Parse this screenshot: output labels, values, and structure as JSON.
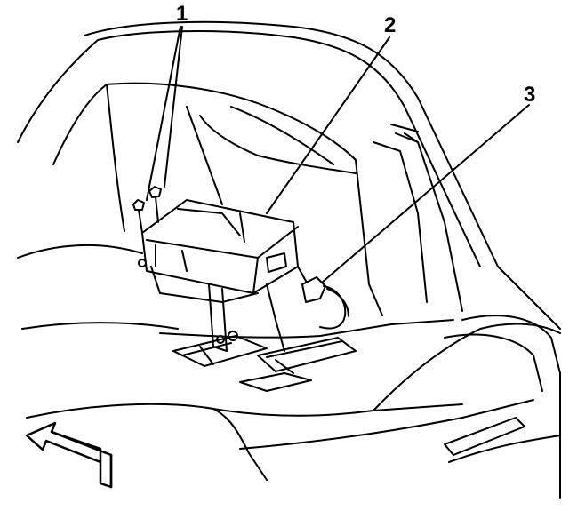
{
  "callouts": [
    {
      "label": "1",
      "target": "bolts"
    },
    {
      "label": "2",
      "target": "module"
    },
    {
      "label": "3",
      "target": "electrical-connector"
    }
  ],
  "icons": {
    "direction": "forward-arrow-icon"
  },
  "colors": {
    "line": "#000000",
    "background": "#ffffff"
  }
}
